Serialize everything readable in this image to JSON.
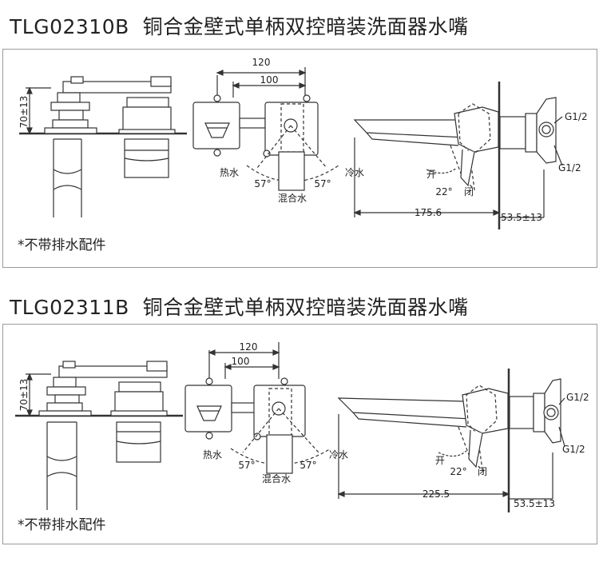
{
  "sections": [
    {
      "model": "TLG02310B",
      "description": "铜合金壁式单柄双控暗装洗面器水嘴",
      "note": "*不带排水配件",
      "dims": {
        "height_label": "70±13",
        "width_outer": "120",
        "width_inner": "100",
        "hot": "热水",
        "cold": "冷水",
        "angle_left": "57°",
        "angle_right": "57°",
        "mixed": "混合水",
        "thread_top": "G1/2",
        "thread_bottom": "G1/2",
        "open": "开",
        "angle_handle": "22°",
        "close": "闭",
        "spout_length": "175.6",
        "wall_depth": "53.5±13"
      }
    },
    {
      "model": "TLG02311B",
      "description": "铜合金壁式单柄双控暗装洗面器水嘴",
      "note": "*不带排水配件",
      "dims": {
        "height_label": "70±13",
        "width_outer": "120",
        "width_inner": "100",
        "hot": "热水",
        "cold": "冷水",
        "angle_left": "57°",
        "angle_right": "57°",
        "mixed": "混合水",
        "thread_top": "G1/2",
        "thread_bottom": "G1/2",
        "open": "开",
        "angle_handle": "22°",
        "close": "闭",
        "spout_length": "225.5",
        "wall_depth": "53.5±13"
      }
    }
  ]
}
